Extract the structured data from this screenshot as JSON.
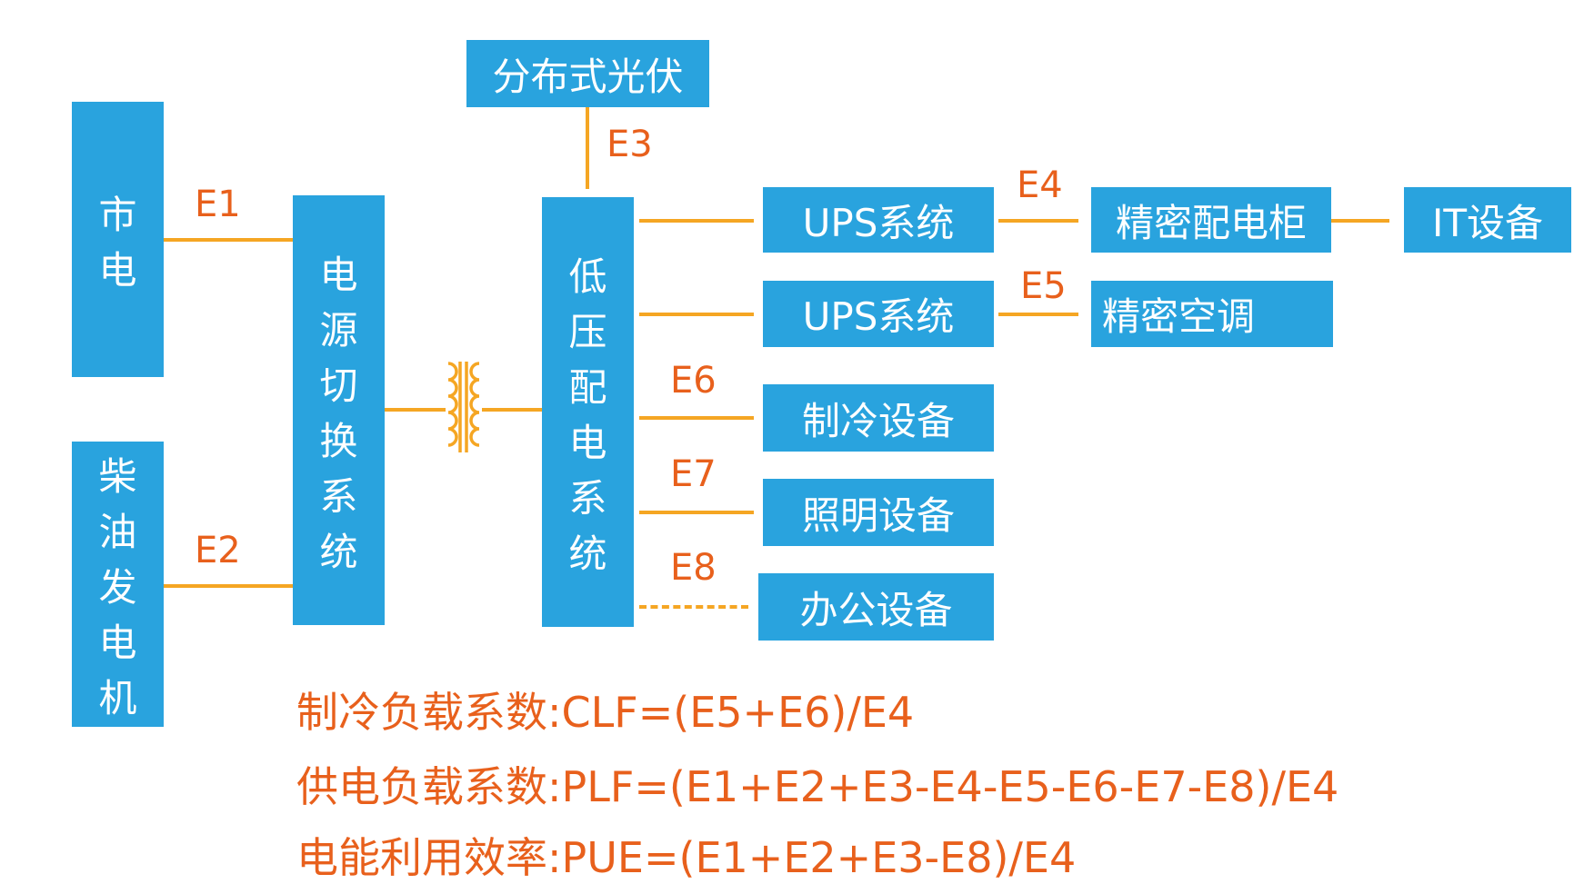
{
  "nodes": {
    "mains": [
      "市",
      "电"
    ],
    "generator": [
      "柴",
      "油",
      "发",
      "电",
      "机"
    ],
    "switch": [
      "电",
      "源",
      "切",
      "换",
      "系",
      "统"
    ],
    "lowvolt": [
      "低",
      "压",
      "配",
      "电",
      "系",
      "统"
    ],
    "pv": "分布式光伏",
    "ups1": "UPS系统",
    "ups2": "UPS系统",
    "cabinet": "精密配电柜",
    "it": "IT设备",
    "ac": "精密空调",
    "cooling": "制冷设备",
    "lighting": "照明设备",
    "office": "办公设备"
  },
  "labels": {
    "e1": "E1",
    "e2": "E2",
    "e3": "E3",
    "e4": "E4",
    "e5": "E5",
    "e6": "E6",
    "e7": "E7",
    "e8": "E8"
  },
  "formulas": {
    "clf": "制冷负载系数:CLF=(E5+E6)/E4",
    "plf": "供电负载系数:PLF=(E1+E2+E3-E4-E5-E6-E7-E8)/E4",
    "pue": "电能利用效率:PUE=(E1+E2+E3-E8)/E4"
  },
  "colors": {
    "box": "#29a3de",
    "line": "#f5a623",
    "label": "#e8601c"
  }
}
